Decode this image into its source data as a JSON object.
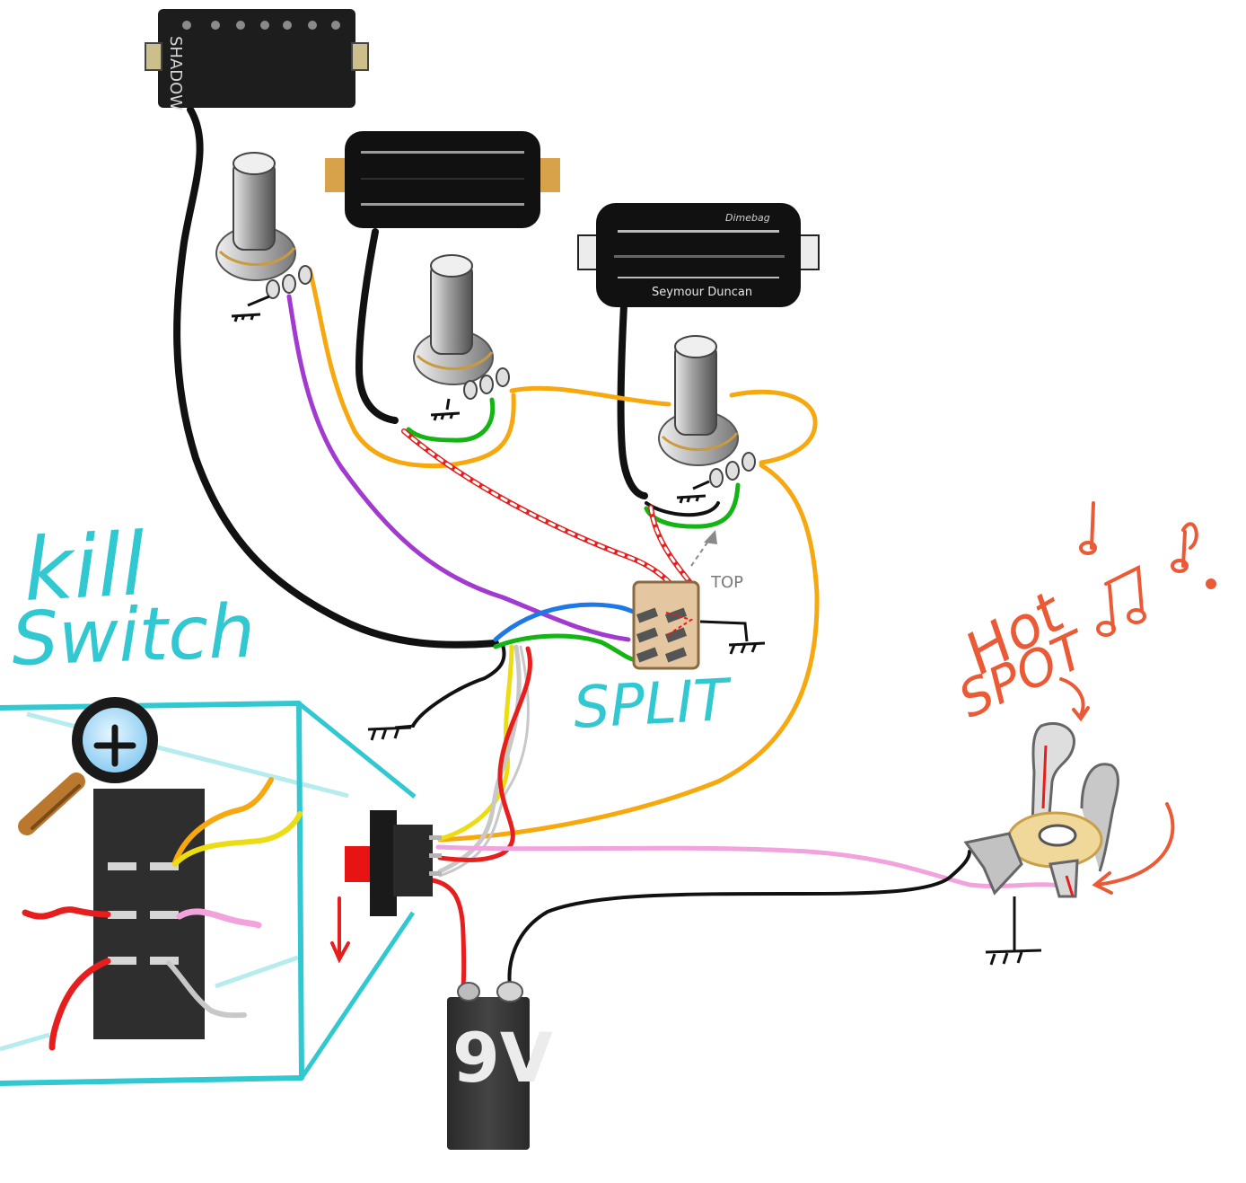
{
  "labels": {
    "kill": "kill",
    "switch": "Switch",
    "split": "SPLIT",
    "top": "TOP",
    "hot": "Hot",
    "spot": "SPOT",
    "battery": "9V",
    "pickup1_brand": "SHADOW",
    "pickup3_brand": "Seymour Duncan",
    "pickup3_signature": "Dimebag"
  },
  "colors": {
    "black": "#111111",
    "purple": "#a23ad0",
    "orange": "#f6a80e",
    "green": "#14b414",
    "blue": "#1e78e6",
    "red": "#e61e1e",
    "yellow": "#ebdc14",
    "pink": "#f2a2dc",
    "white_wire": "#c8c8c8",
    "cyan": "#32c8d2",
    "note_red": "#eb5a37"
  },
  "icons": [
    "humbucker-pickup-icon",
    "potentiometer-icon",
    "ground-symbol-icon",
    "push-push-switch-icon",
    "toggle-switch-icon",
    "output-jack-icon",
    "battery-icon",
    "magnifier-icon",
    "music-note-icon"
  ]
}
